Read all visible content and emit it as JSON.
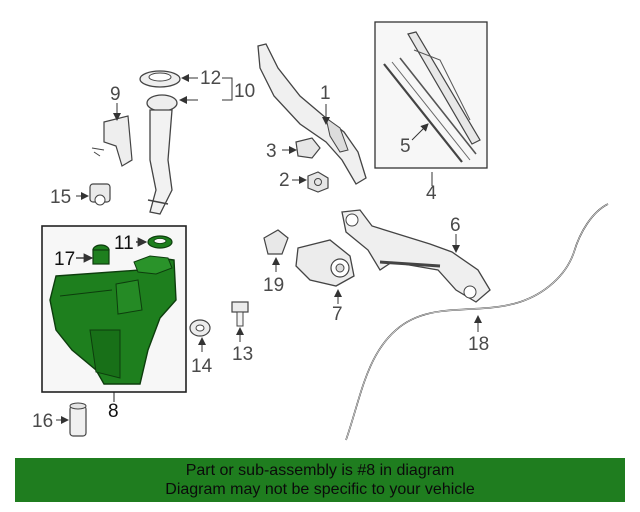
{
  "callouts": {
    "n1": "1",
    "n2": "2",
    "n3": "3",
    "n4": "4",
    "n5": "5",
    "n6": "6",
    "n7": "7",
    "n8": "8",
    "n9": "9",
    "n10": "10",
    "n11": "11",
    "n12": "12",
    "n13": "13",
    "n14": "14",
    "n15": "15",
    "n16": "16",
    "n17": "17",
    "n18": "18",
    "n19": "19"
  },
  "banner": {
    "line1": "Part or sub-assembly is #8 in diagram",
    "line2": "Diagram may not be specific to your vehicle"
  },
  "colors": {
    "highlight_part": "#1e7f1e",
    "banner_bg": "#1f7d1f",
    "line_art": "#3a3a3a"
  }
}
